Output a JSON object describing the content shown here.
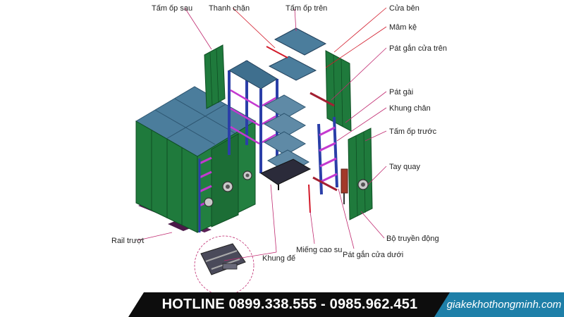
{
  "labels": {
    "tam_op_sau": "Tấm ốp sau",
    "thanh_chan": "Thanh chặn",
    "tam_op_tren": "Tấm ốp trên",
    "cua_ben": "Cửa bên",
    "mam_ke": "Mâm kệ",
    "pat_gan_cua_tren": "Pát gắn cửa trên",
    "pat_gai": "Pát gài",
    "khung_chan": "Khung chân",
    "tam_op_truoc": "Tấm ốp trước",
    "tay_quay": "Tay quay",
    "bo_truyen_dong": "Bộ truyền động",
    "rail_truot": "Rail trượt",
    "khung_de": "Khung đế",
    "mieng_cao_su": "Miếng cao su",
    "pat_gan_cua_duoi": "Pát gắn cửa dưới"
  },
  "footer": {
    "hotline": "HOTLINE 0899.338.555 - 0985.962.451",
    "website": "giakekhothongminh.com"
  },
  "colors": {
    "panel_green": "#1f7a3c",
    "shelf_blue": "#3f6f8e",
    "frame_blue": "#2b3fa8",
    "beam_magenta": "#c43ad0",
    "leader_pink": "#c02a70",
    "footer_dark": "#0d0d0d",
    "footer_blue": "#1e7fa8"
  }
}
